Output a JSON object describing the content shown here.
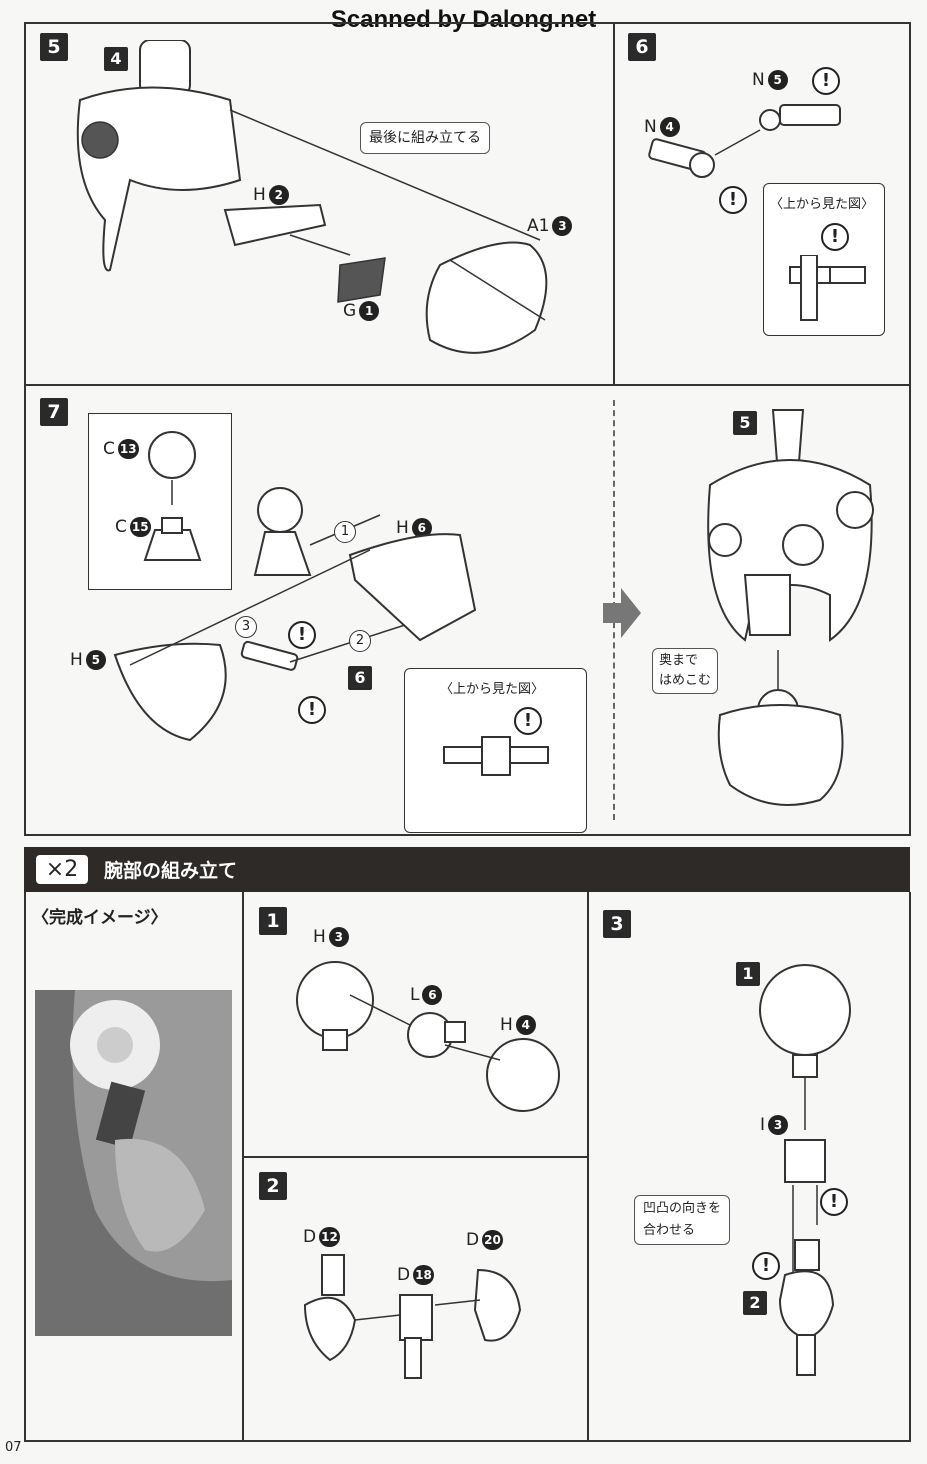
{
  "header": {
    "scan_credit": "Scanned by Dalong.net"
  },
  "steps": {
    "s5": {
      "number": "5",
      "sub_badge": "4",
      "callout": "最後に組み立てる",
      "labels": [
        {
          "letter": "H",
          "num": "2"
        },
        {
          "letter": "A1",
          "num": "3"
        },
        {
          "letter": "G",
          "num": "1"
        }
      ]
    },
    "s6": {
      "number": "6",
      "view_title": "〈上から見た図〉",
      "labels": [
        {
          "letter": "N",
          "num": "5"
        },
        {
          "letter": "N",
          "num": "4"
        }
      ]
    },
    "s7": {
      "number": "7",
      "view_title": "〈上から見た図〉",
      "sub_badge": "6",
      "labels": [
        {
          "letter": "C",
          "num": "13"
        },
        {
          "letter": "C",
          "num": "15"
        },
        {
          "letter": "H",
          "num": "6"
        },
        {
          "letter": "H",
          "num": "5"
        }
      ],
      "order": [
        "1",
        "2",
        "3"
      ]
    },
    "s7_result": {
      "badge": "5",
      "callout_line1": "奥まで",
      "callout_line2": "はめこむ"
    }
  },
  "arm_section": {
    "multiplier": "×2",
    "title": "腕部の組み立て",
    "completion_label": "〈完成イメージ〉",
    "step1": {
      "number": "1",
      "labels": [
        {
          "letter": "H",
          "num": "3"
        },
        {
          "letter": "L",
          "num": "6"
        },
        {
          "letter": "H",
          "num": "4"
        }
      ]
    },
    "step2": {
      "number": "2",
      "labels": [
        {
          "letter": "D",
          "num": "12"
        },
        {
          "letter": "D",
          "num": "18"
        },
        {
          "letter": "D",
          "num": "20"
        }
      ]
    },
    "step3": {
      "number": "3",
      "sub1": "1",
      "sub2": "2",
      "label": {
        "letter": "I",
        "num": "3"
      },
      "callout_line1": "凹凸の向きを",
      "callout_line2": "合わせる"
    }
  },
  "warning_symbol": "!",
  "footer": {
    "page_number": "07"
  }
}
